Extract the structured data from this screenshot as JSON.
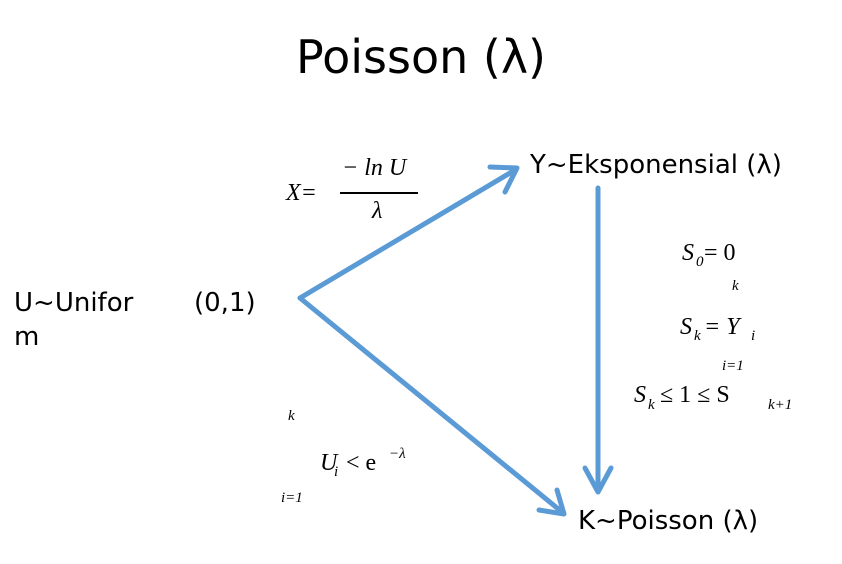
{
  "title": "Poisson (λ)",
  "nodes": {
    "uniform_line1": "U~Unifor",
    "uniform_params": "(0,1)",
    "uniform_line2": "m",
    "exponential": "Y~Eksponensial (λ)",
    "poisson": "K~Poisson (λ)"
  },
  "formula_x": {
    "lhs": "X=",
    "numerator": "− ln U",
    "denominator": "λ"
  },
  "formula_s": {
    "s0_label": "S",
    "s0_sub": "0",
    "s0_rhs": "=  0",
    "k_upper": "k",
    "sk_label": "S",
    "sk_sub": "k",
    "sk_rhs": "=  Y",
    "sk_rhs_sub": "i",
    "i_lower": "i=1",
    "ineq_left": "S",
    "ineq_left_sub": "k",
    "ineq_mid": "≤  1  ≤  S",
    "ineq_right_sub": "k+1"
  },
  "formula_u": {
    "k_upper": "k",
    "u_label": "U",
    "u_sub": "i",
    "u_rhs": "<  e",
    "u_exp": "−λ",
    "i_lower": "i=1"
  },
  "colors": {
    "arrow": "#5b9bd5"
  }
}
